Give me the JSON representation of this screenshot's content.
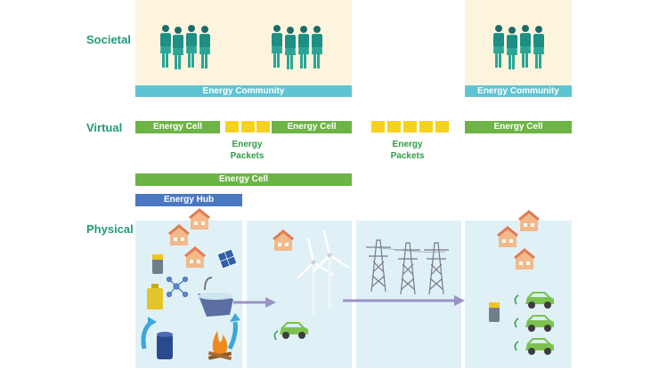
{
  "layers": {
    "societal": "Societal",
    "virtual": "Virtual",
    "physical": "Physical"
  },
  "bands": {
    "community_left": "Energy Community",
    "community_right": "Energy Community",
    "cell_left": "Energy Cell",
    "cell_middle": "Energy Cell",
    "cell_right": "Energy Cell",
    "cell_wide": "Energy Cell",
    "hub": "Energy Hub"
  },
  "packets": {
    "label_left": "Energy\nPackets",
    "label_right": "Energy\nPackets"
  },
  "colors": {
    "layer_label": "#1f9a7a",
    "community": "#5ec4d4",
    "cell": "#6bb445",
    "hub": "#4a78c0",
    "packet": "#f7d11e",
    "societal_bg": "#fdf4de",
    "physical_bg": "#dff1f6",
    "arrow": "#9b93c8"
  },
  "icons": [
    "person-icon",
    "house-icon",
    "solar-panel-icon",
    "wind-turbine-icon",
    "power-pylon-icon",
    "electric-car-icon",
    "battery-icon",
    "oil-barrel-icon",
    "fuel-can-icon",
    "bathtub-icon",
    "fire-icon",
    "network-node-icon"
  ]
}
